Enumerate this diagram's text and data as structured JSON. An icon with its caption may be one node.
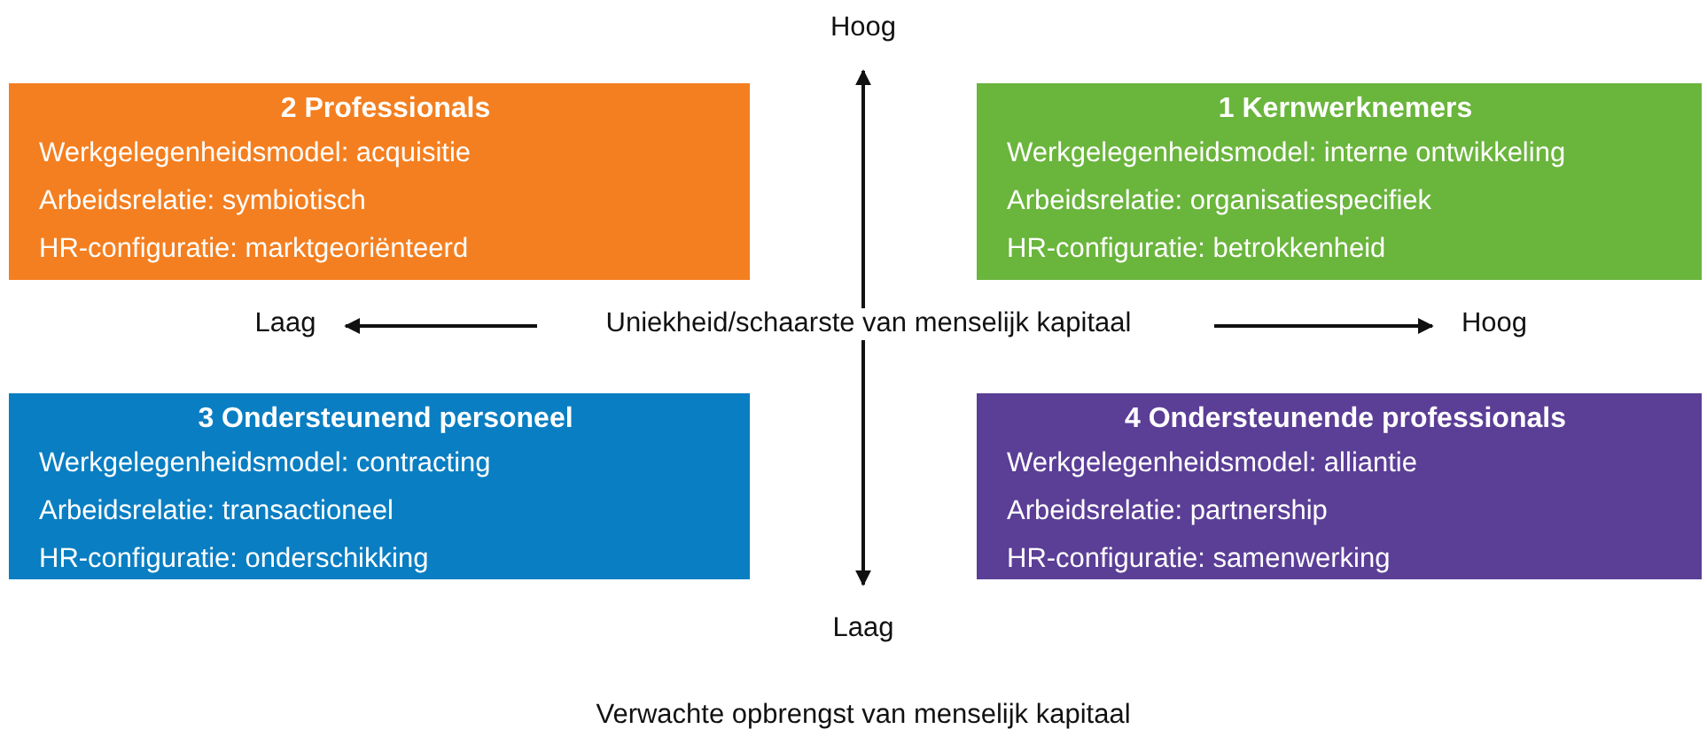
{
  "diagram": {
    "nodes": [
      {
        "text": [
          "2 Professionals",
          "Werkgelegenheidsmodel: acquisitie",
          "Arbeidsrelatie: symbiotisch",
          "HR-configuratie: marktgeoriënteerd"
        ]
      },
      {
        "text": [
          "1 Kernwerknemers",
          "Werkgelegenheidsmodel: interne ontwikkeling",
          "Arbeidsrelatie: organisatiespecifiek",
          "HR-configuratie: betrokkenheid"
        ]
      },
      {
        "text": [
          "3 Ondersteunend personeel",
          "Werkgelegenheidsmodel: contracting",
          "Arbeidsrelatie: transactioneel",
          "HR-configuratie: onderschikking"
        ]
      },
      {
        "text": [
          "4 Ondersteunende professionals",
          "Werkgelegenheidsmodel: alliantie",
          "Arbeidsrelatie: partnership",
          "HR-configuratie: samenwerking"
        ]
      }
    ],
    "labels": [
      "Hoog",
      "Laag",
      "Uniekheid/schaarste van menselijk kapitaal",
      "Hoog",
      "Laag",
      "Verwachte opbrengst van menselijk kapitaal"
    ]
  }
}
